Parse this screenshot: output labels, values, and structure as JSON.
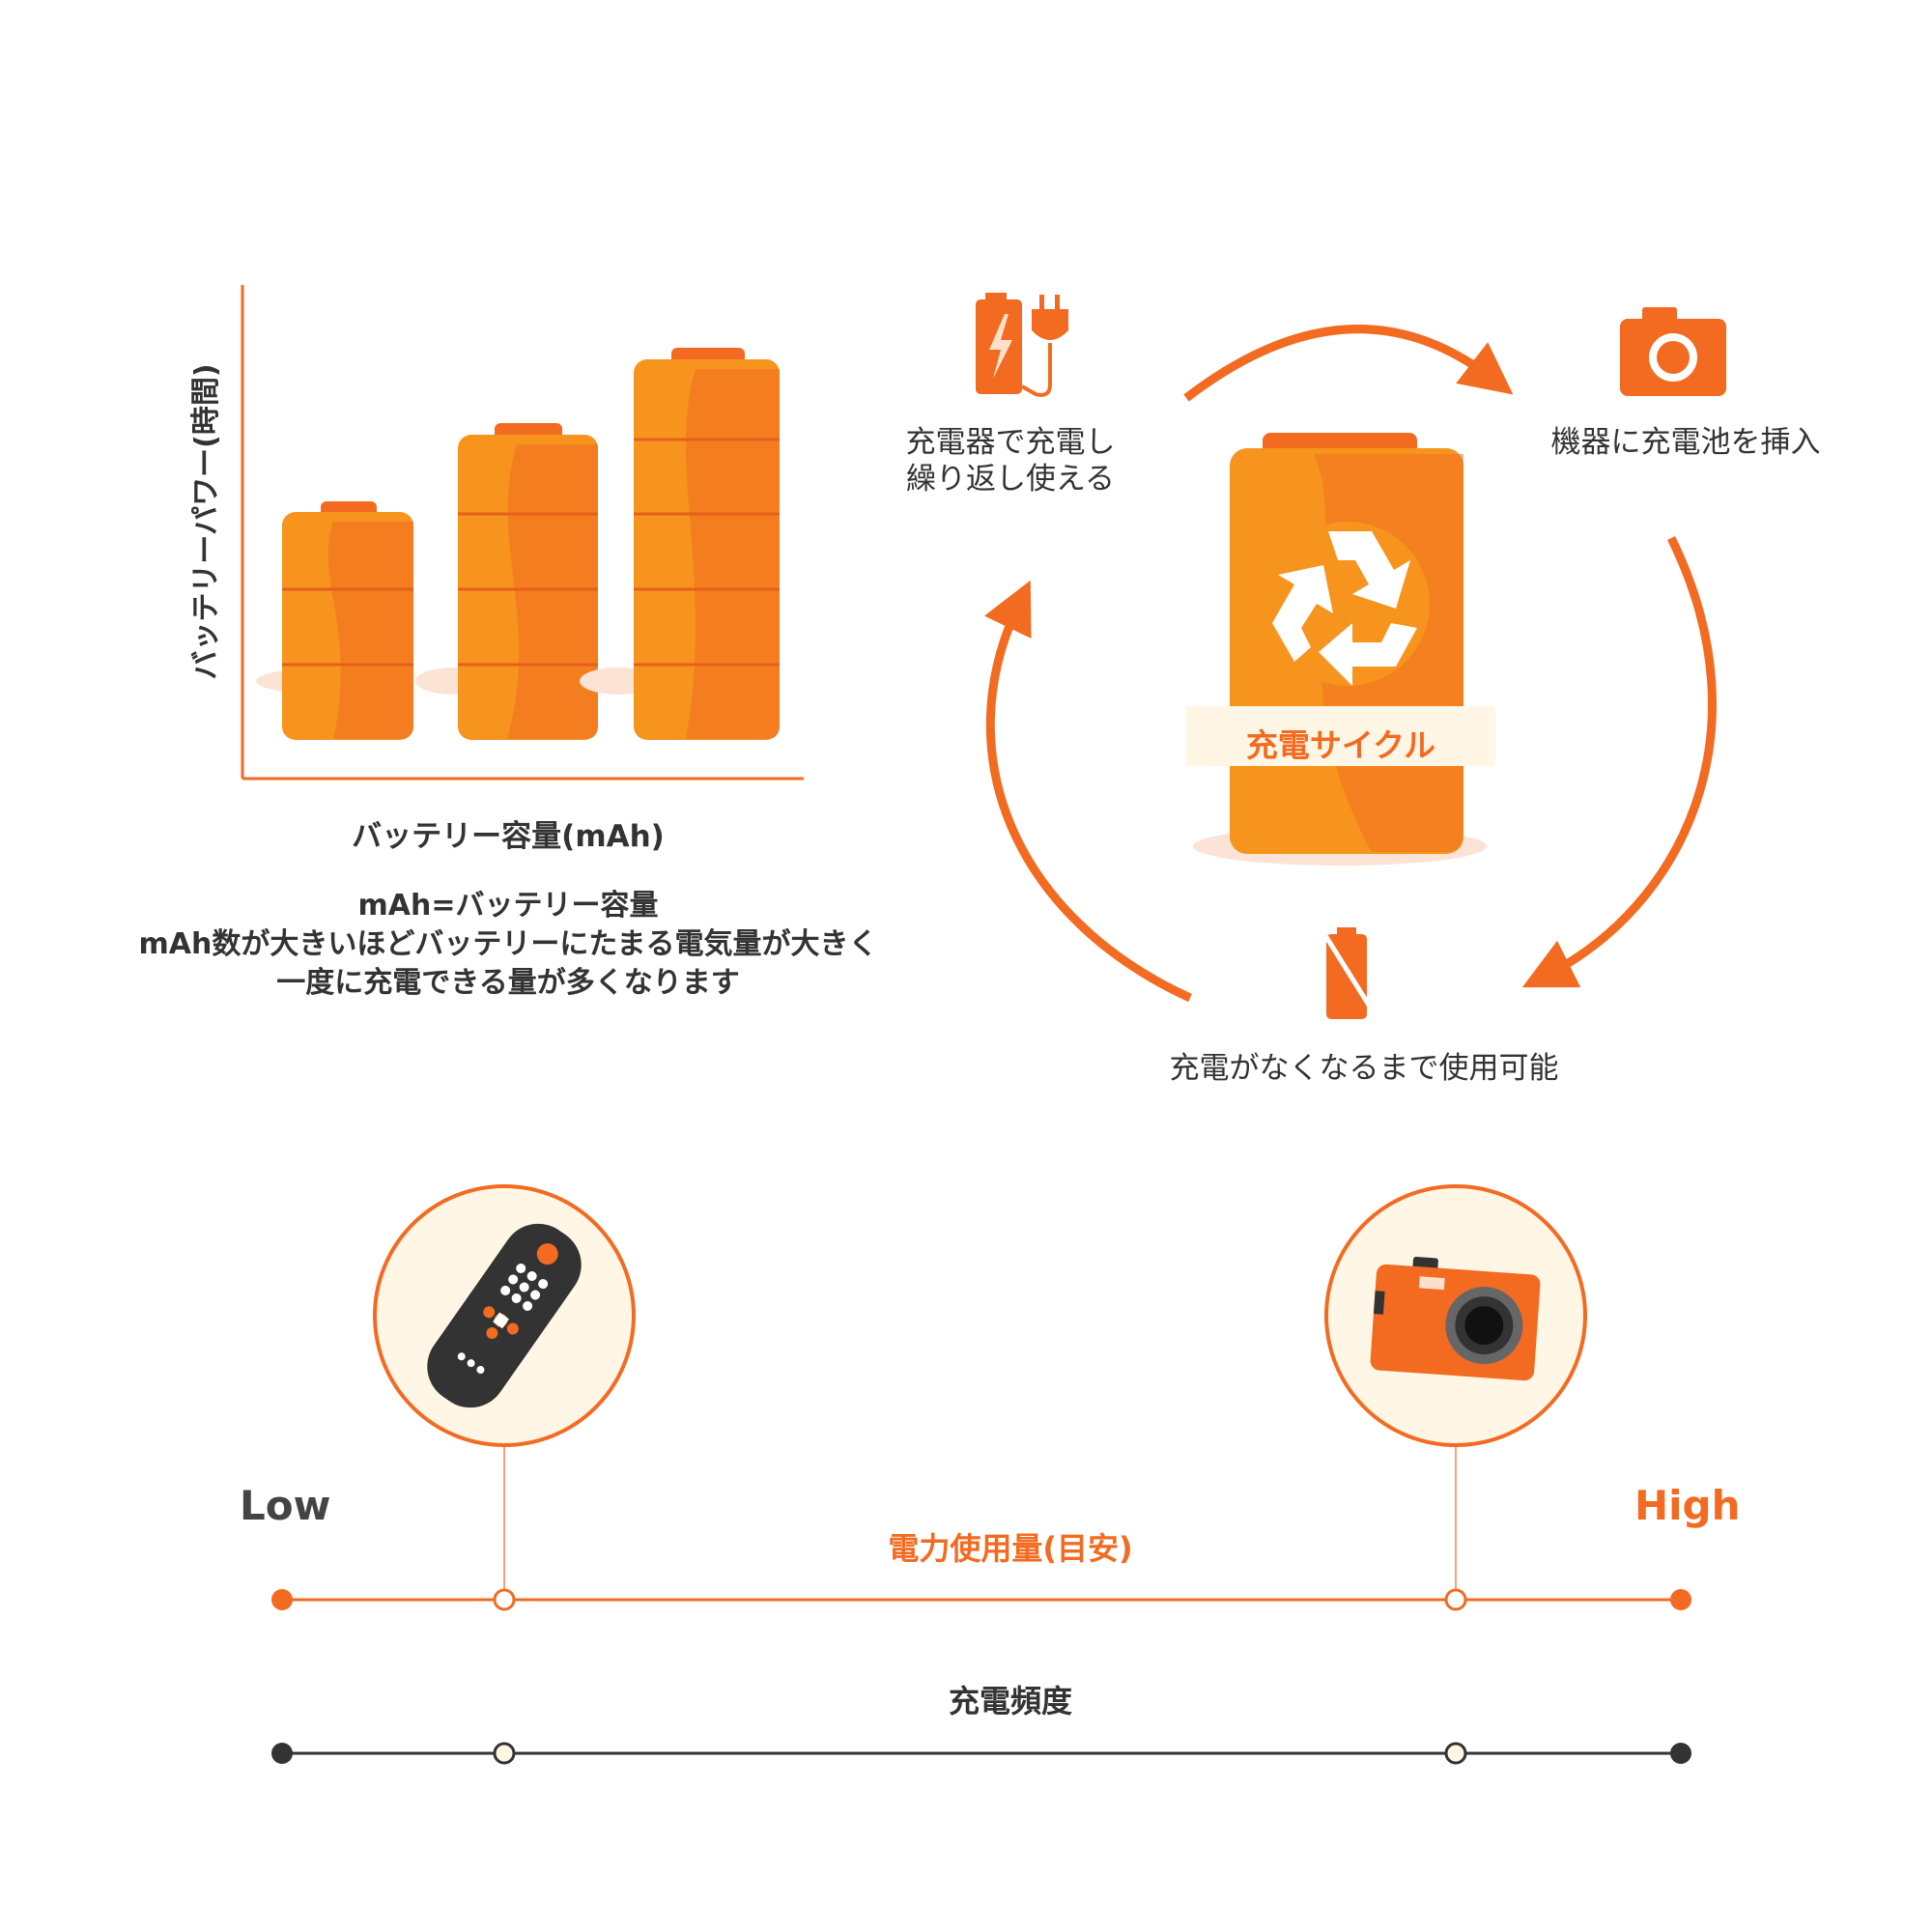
{
  "colors": {
    "orange": "#F26B21",
    "orange_light": "#F7941D",
    "dark": "#333333",
    "cream": "#FFF6E5"
  },
  "capacity_chart": {
    "ylabel": "バッテリーパワー(時間)",
    "xlabel": "バッテリー容量(mAh)",
    "note_line1": "mAh=バッテリー容量",
    "note_line2": "mAh数が大きいほどバッテリーにたまる電気量が大きく",
    "note_line3": "一度に充電できる量が多くなります"
  },
  "cycle": {
    "center_label": "充電サイクル",
    "step_charge_line1": "充電器で充電し",
    "step_charge_line2": "繰り返し使える",
    "step_insert": "機器に充電池を挿入",
    "step_use": "充電がなくなるまで使用可能",
    "icons": [
      "battery-charging-plug-icon",
      "camera-icon",
      "empty-battery-icon",
      "recycle-icon"
    ]
  },
  "usage_scale": {
    "low": "Low",
    "high": "High",
    "power_label": "電力使用量(目安)",
    "frequency_label": "充電頻度",
    "devices": [
      "remote-control-icon",
      "camera-icon"
    ]
  }
}
